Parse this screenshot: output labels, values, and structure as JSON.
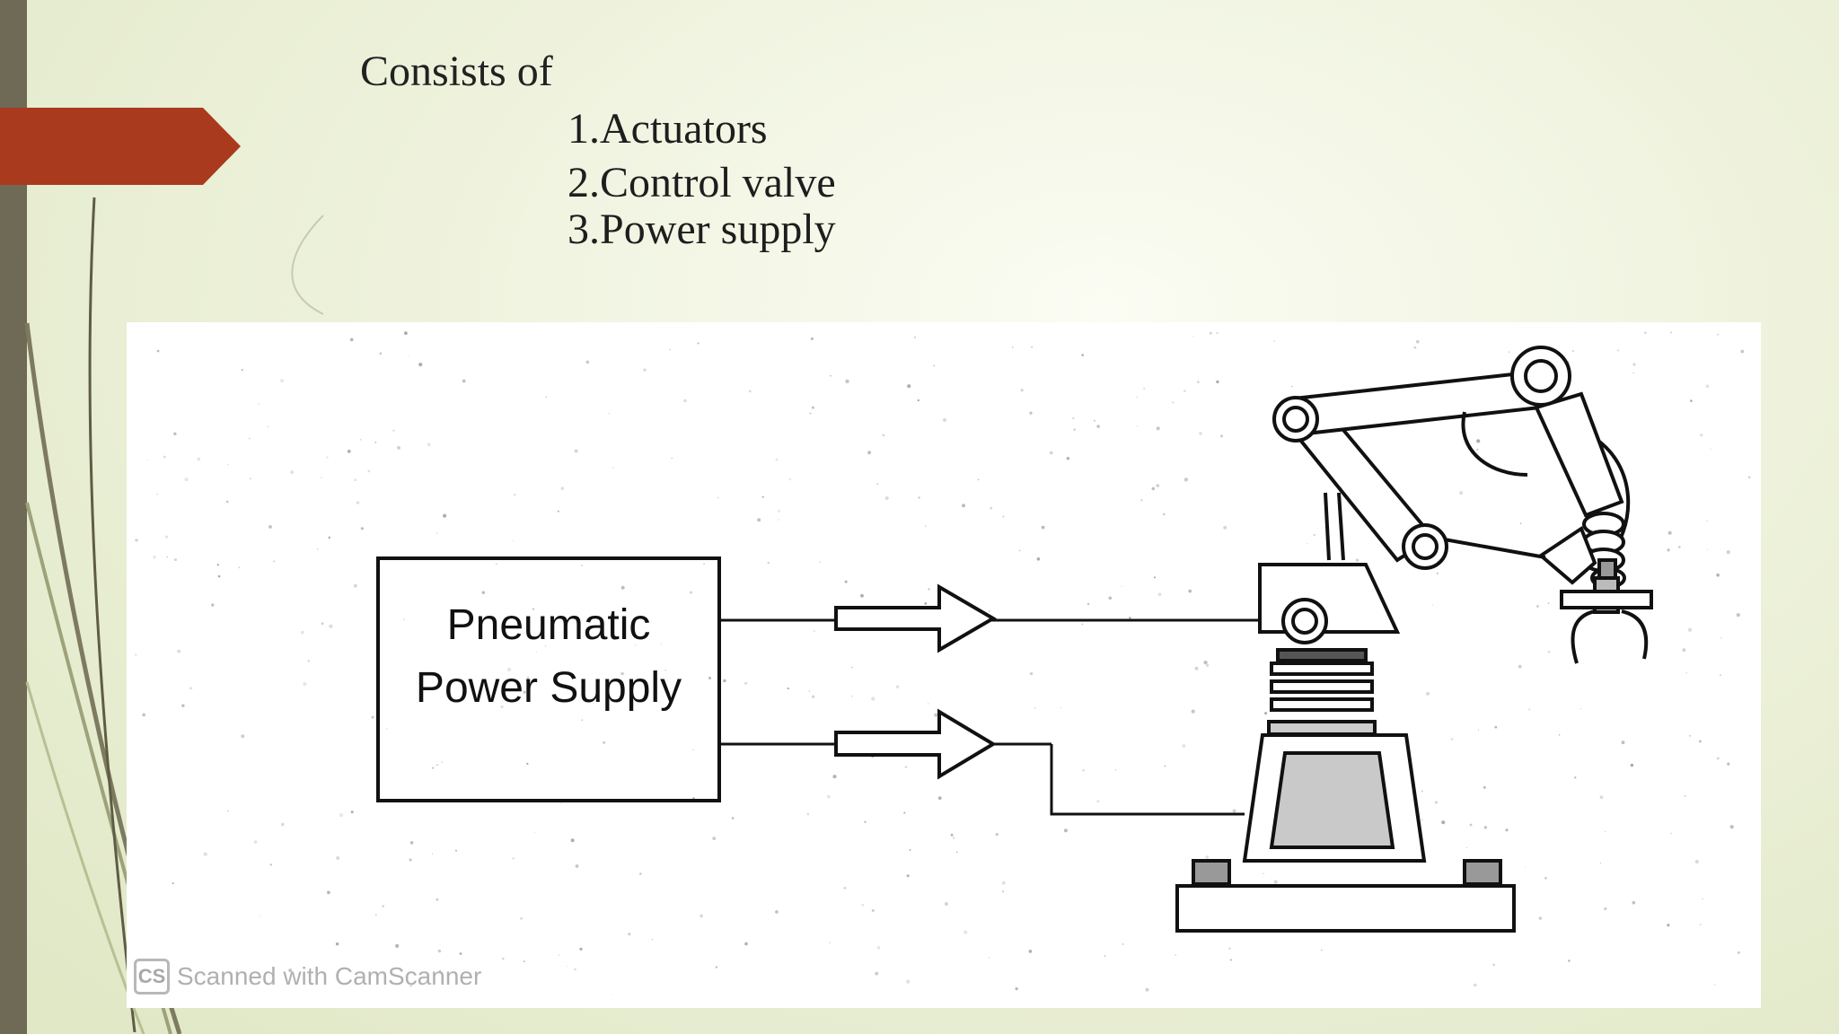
{
  "slide": {
    "heading": "Consists of",
    "items": [
      "1.Actuators",
      "2.Control valve",
      "3.Power supply"
    ]
  },
  "diagram": {
    "box_label_line1": "Pneumatic",
    "box_label_line2": "Power Supply",
    "watermark_logo": "CS",
    "watermark_text": "Scanned with CamScanner"
  },
  "colors": {
    "accent_tag": "#a93a1e",
    "left_bar": "#6f6a55",
    "line_art": "#111111"
  },
  "icons": [
    "arrow-tag-icon",
    "robot-arm-icon",
    "flow-arrow-icon",
    "camscanner-logo-icon"
  ]
}
